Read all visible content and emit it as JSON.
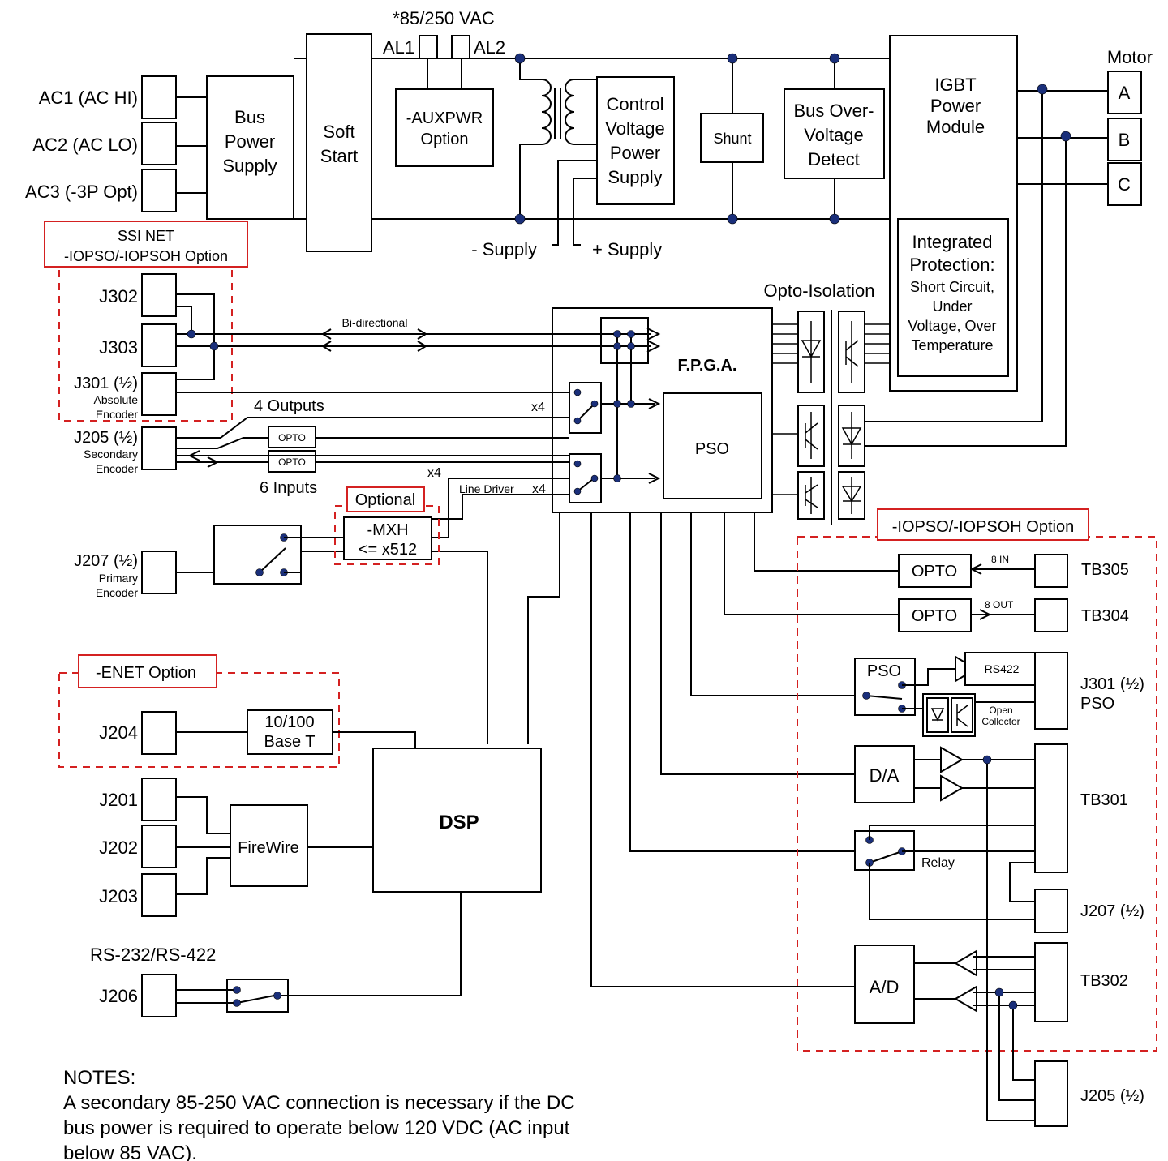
{
  "colors": {
    "line": "#000000",
    "option_border": "#d42121",
    "junction": "#1a2f7a"
  },
  "supply_voltage": "*85/250 VAC",
  "aux_terminals": [
    "AL1",
    "AL2"
  ],
  "ac_inputs": [
    "AC1 (AC HI)",
    "AC2 (AC LO)",
    "AC3 (-3P Opt)"
  ],
  "blocks": {
    "bus_power_supply": [
      "Bus",
      "Power",
      "Supply"
    ],
    "soft_start": [
      "Soft",
      "Start"
    ],
    "auxpwr": [
      "-AUXPWR",
      "Option"
    ],
    "control_voltage": [
      "Control",
      "Voltage",
      "Power",
      "Supply"
    ],
    "shunt": "Shunt",
    "bus_overvoltage": [
      "Bus Over-",
      "Voltage",
      "Detect"
    ],
    "igbt": [
      "IGBT",
      "Power",
      "Module"
    ],
    "integrated_protection": [
      "Integrated",
      "Protection:",
      "Short Circuit,",
      "Under",
      "Voltage, Over",
      "Temperature"
    ],
    "fpga": "F.P.G.A.",
    "pso": "PSO",
    "dsp": "DSP",
    "firewire": "FireWire",
    "base_t": [
      "10/100",
      "Base T"
    ],
    "mxh": [
      "-MXH",
      "<= x512"
    ]
  },
  "supply_labels": {
    "minus": "- Supply",
    "plus": "+ Supply"
  },
  "motor": {
    "title": "Motor",
    "phases": [
      "A",
      "B",
      "C"
    ]
  },
  "opto_isolation": "Opto-Isolation",
  "options": {
    "ssi": [
      "SSI NET",
      "-IOPSO/-IOPSOH Option"
    ],
    "optional": "Optional",
    "enet": "-ENET Option",
    "iopso": "-IOPSO/-IOPSOH Option"
  },
  "connectors": {
    "j302": "J302",
    "j303": "J303",
    "j301_left": "J301 (½)",
    "j301_sub": [
      "Absolute",
      "Encoder"
    ],
    "j205_left": "J205 (½)",
    "j205_sub": [
      "Secondary",
      "Encoder"
    ],
    "j207_left": "J207 (½)",
    "j207_sub": [
      "Primary",
      "Encoder"
    ],
    "j204": "J204",
    "j201": "J201",
    "j202": "J202",
    "j203": "J203",
    "j206": "J206"
  },
  "signal_labels": {
    "bidirectional": "Bi-directional",
    "outputs": "4 Outputs",
    "inputs": "6 Inputs",
    "opto": "OPTO",
    "x4": "x4",
    "line_driver": "Line Driver",
    "rs232": "RS-232/RS-422"
  },
  "right_side": {
    "opto": "OPTO",
    "in8": "8 IN",
    "out8": "8 OUT",
    "tb305": "TB305",
    "tb304": "TB304",
    "pso": "PSO",
    "rs422": "RS422",
    "open_collector": [
      "Open",
      "Collector"
    ],
    "j301_pso": [
      "J301 (½)",
      "PSO"
    ],
    "da": "D/A",
    "tb301": "TB301",
    "relay": "Relay",
    "j207": "J207 (½)",
    "ad": "A/D",
    "tb302": "TB302",
    "j205": "J205 (½)"
  },
  "notes": {
    "title": "NOTES:",
    "lines": [
      "A secondary 85-250 VAC connection is necessary if the DC",
      "bus power is required to operate below 120 VDC (AC input",
      "below 85 VAC)."
    ]
  }
}
